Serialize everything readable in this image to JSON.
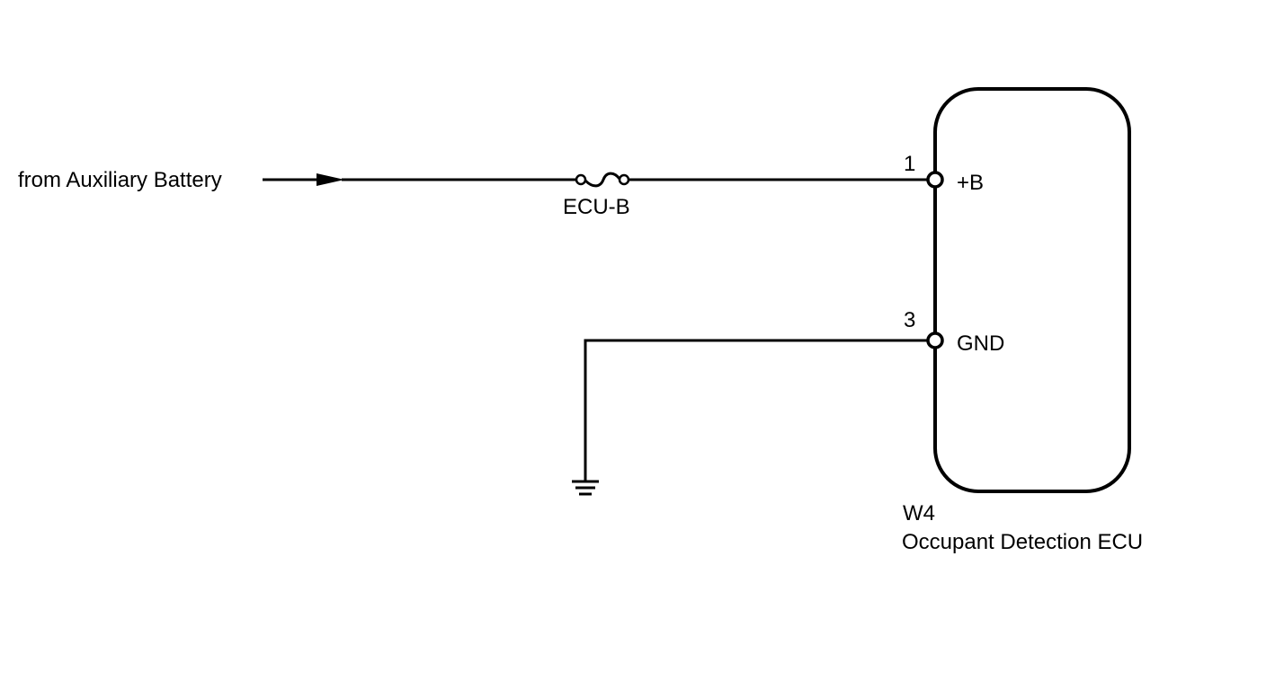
{
  "source": {
    "label": "from Auxiliary Battery"
  },
  "fuse": {
    "label": "ECU-B"
  },
  "ecu": {
    "code": "W4",
    "name": "Occupant Detection ECU",
    "pins": [
      {
        "number": "1",
        "name": "+B"
      },
      {
        "number": "3",
        "name": "GND"
      }
    ]
  },
  "colors": {
    "line": "#000000",
    "background": "#ffffff"
  }
}
